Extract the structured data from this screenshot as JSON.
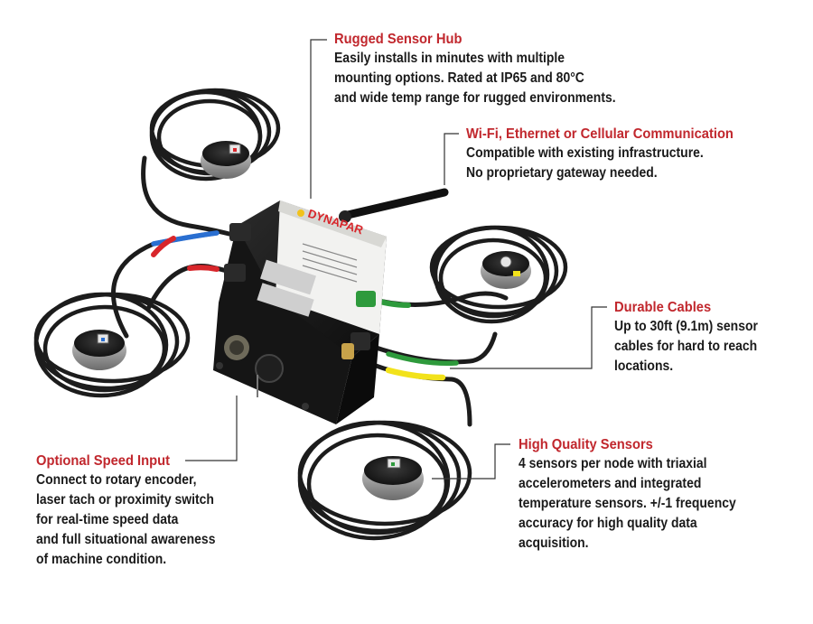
{
  "brand": {
    "logo_text": "DYNAPAR"
  },
  "callouts": {
    "hub": {
      "title": "Rugged Sensor Hub",
      "lines": [
        "Easily installs in minutes with multiple",
        "mounting options. Rated at IP65 and 80°C",
        "and wide temp range for rugged environments."
      ]
    },
    "comm": {
      "title": "Wi-Fi, Ethernet or Cellular Communication",
      "lines": [
        "Compatible with existing infrastructure.",
        "No proprietary gateway needed."
      ]
    },
    "cables": {
      "title": "Durable Cables",
      "lines": [
        "Up to 30ft (9.1m) sensor",
        "cables for hard to reach",
        "locations."
      ]
    },
    "sensors": {
      "title": "High Quality Sensors",
      "lines": [
        "4 sensors per node with triaxial",
        "accelerometers and integrated",
        "temperature sensors. +/-1 frequency",
        "accuracy for high quality data",
        "acquisition."
      ]
    },
    "speed": {
      "title": "Optional Speed Input",
      "lines": [
        "Connect to rotary encoder,",
        "laser tach or proximity switch",
        "for real-time speed data",
        "and full situational awareness",
        "of machine condition."
      ]
    }
  },
  "colors": {
    "title_red": "#c1272d",
    "cable_black": "#1c1c1c",
    "cable_blue": "#2a6fd1",
    "cable_red": "#d8262b",
    "cable_green": "#2e9a3c",
    "cable_yellow": "#f2e21b"
  }
}
